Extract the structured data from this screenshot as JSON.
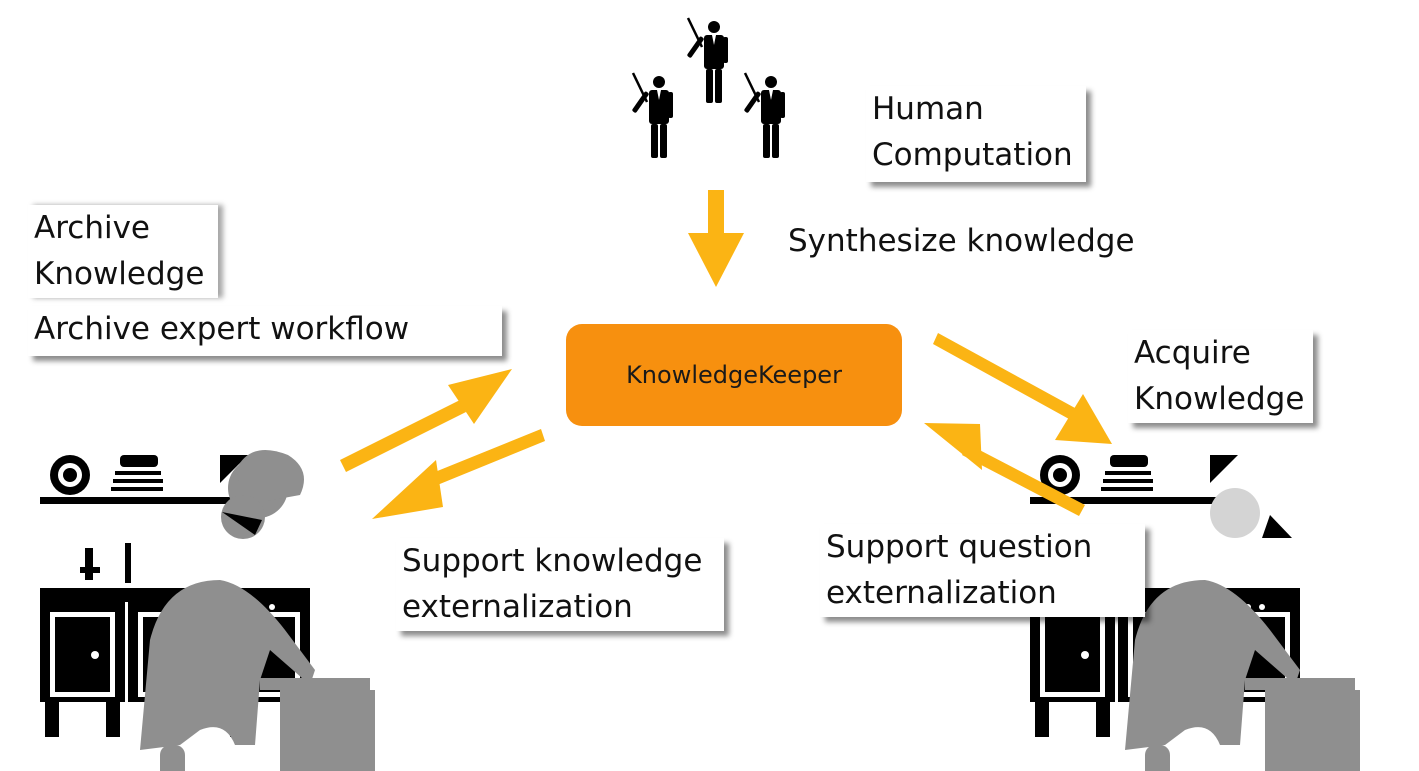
{
  "central": {
    "label": "KnowledgeKeeper",
    "color": "#F7900F"
  },
  "labels": {
    "human_computation": [
      "Human",
      "Computation"
    ],
    "synthesize": "Synthesize knowledge",
    "archive_knowledge": [
      "Archive",
      "Knowledge"
    ],
    "archive_workflow": "Archive expert workflow",
    "acquire_knowledge": [
      "Acquire",
      "Knowledge"
    ],
    "support_knowledge": [
      "Support knowledge",
      "externalization"
    ],
    "support_question": [
      "Support question",
      "externalization"
    ]
  },
  "colors": {
    "arrow": "#FBB414",
    "figure": "#000000",
    "person": "#8F8F8F",
    "head": "#D4D4D4"
  },
  "icons": [
    "presenter-icon",
    "chef-icon",
    "kitchen-icon",
    "cook-icon"
  ]
}
